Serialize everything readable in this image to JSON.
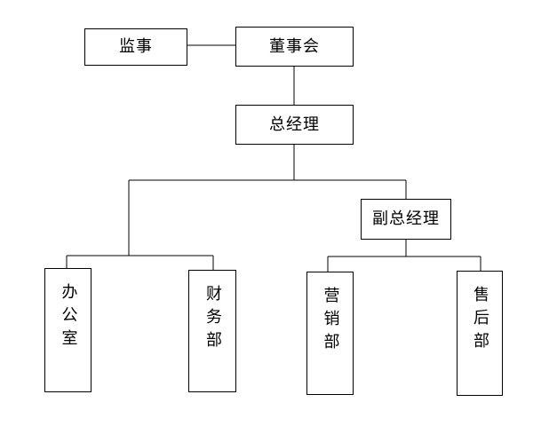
{
  "nodes": {
    "supervisor": "监事",
    "board": "董事会",
    "general_manager": "总经理",
    "deputy_general_manager": "副总经理",
    "office": "办公室",
    "finance": "财务部",
    "marketing": "营销部",
    "after_sales": "售后部"
  },
  "colors": {
    "line": "#000000",
    "box_border": "#000000",
    "background": "#ffffff"
  }
}
